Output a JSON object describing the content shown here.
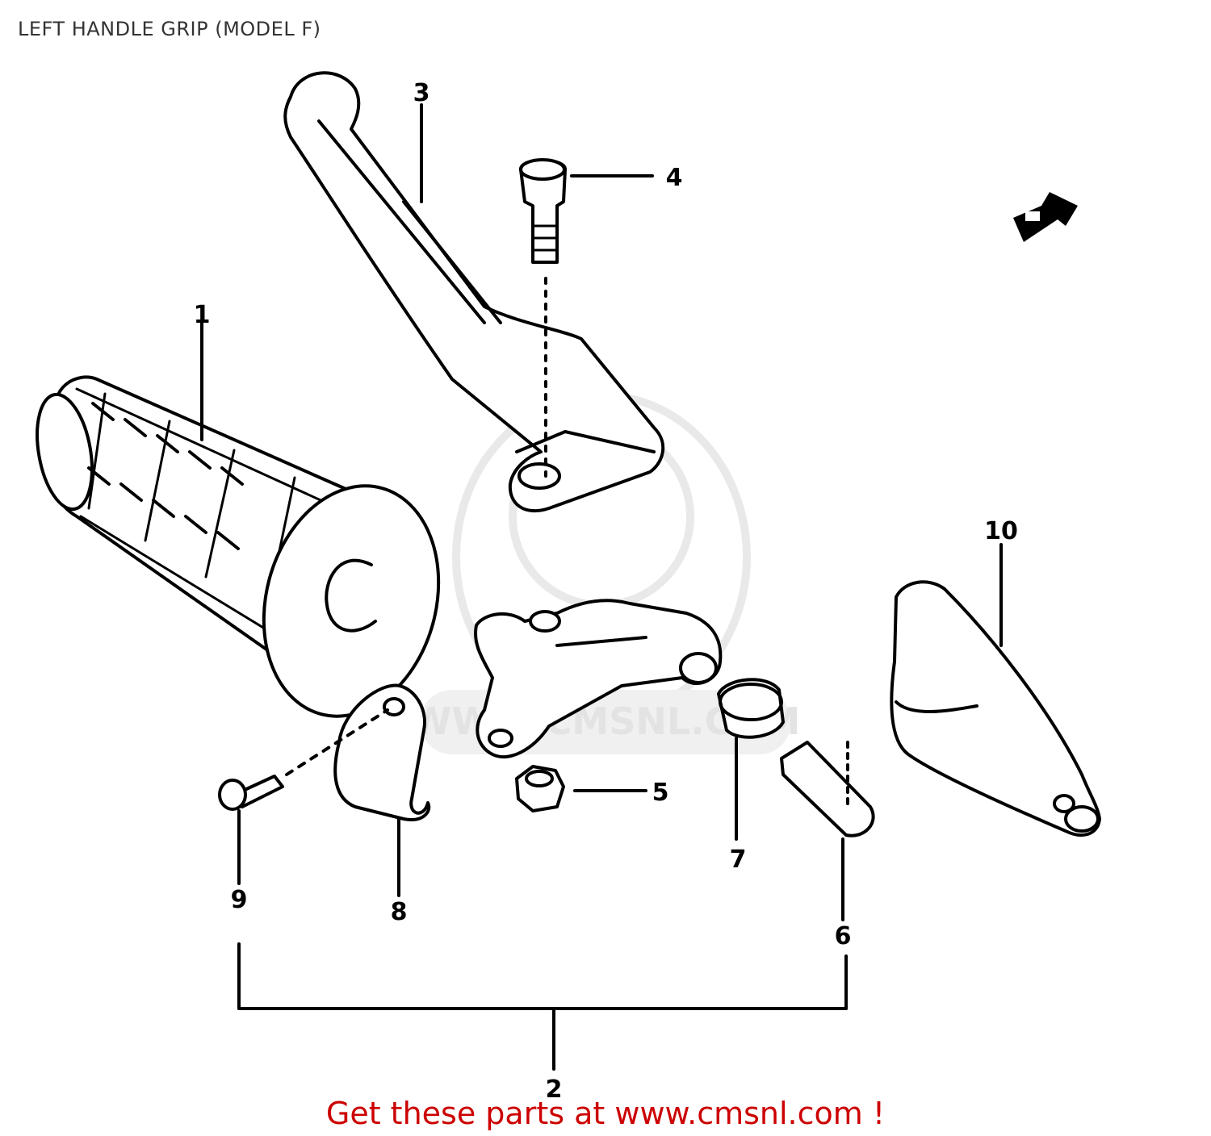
{
  "title": "LEFT HANDLE GRIP (MODEL F)",
  "footer_text": "Get these parts at www.cmsnl.com !",
  "watermark_text": "WWW.CMSNL.COM",
  "colors": {
    "footer": "#cc0000",
    "title": "#333333",
    "line": "#000000"
  },
  "callouts": {
    "c1": "1",
    "c2": "2",
    "c3": "3",
    "c4": "4",
    "c5": "5",
    "c6": "6",
    "c7": "7",
    "c8": "8",
    "c9": "9",
    "c10": "10"
  },
  "parts": [
    "handle-grip",
    "lever-assembly",
    "clutch-lever",
    "bolt",
    "nut",
    "adjuster-bolt",
    "spacer",
    "lever-holder-cap",
    "screw",
    "lever-cover",
    "arrow-marker"
  ]
}
